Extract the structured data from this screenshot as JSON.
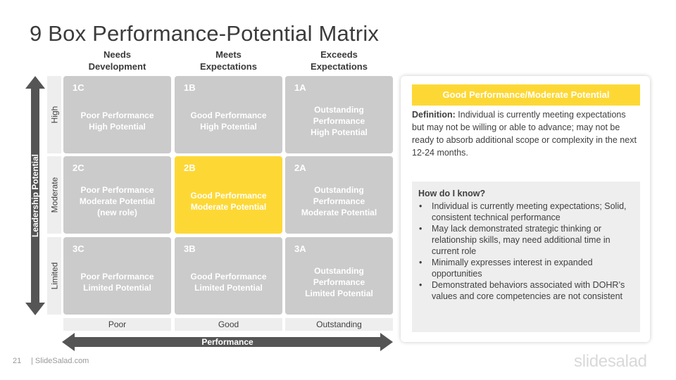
{
  "title": "9 Box Performance-Potential Matrix",
  "columns": [
    {
      "header": "Needs\nDevelopment",
      "bottom": "Poor"
    },
    {
      "header": "Meets\nExpectations",
      "bottom": "Good"
    },
    {
      "header": "Exceeds\nExpectations",
      "bottom": "Outstanding"
    }
  ],
  "rows": [
    "High",
    "Moderate",
    "Limited"
  ],
  "axes": {
    "vertical": "Leadership Potential",
    "horizontal": "Performance"
  },
  "cells": [
    [
      {
        "code": "1C",
        "text": "Poor Performance\nHigh Potential"
      },
      {
        "code": "1B",
        "text": "Good Performance\nHigh Potential"
      },
      {
        "code": "1A",
        "text": "Outstanding\nPerformance\nHigh Potential"
      }
    ],
    [
      {
        "code": "2C",
        "text": "Poor Performance\nModerate Potential\n(new role)"
      },
      {
        "code": "2B",
        "text": "Good Performance\nModerate Potential"
      },
      {
        "code": "2A",
        "text": "Outstanding\nPerformance\nModerate Potential"
      }
    ],
    [
      {
        "code": "3C",
        "text": "Poor Performance\nLimited Potential"
      },
      {
        "code": "3B",
        "text": "Good Performance\nLimited Potential"
      },
      {
        "code": "3A",
        "text": "Outstanding\nPerformance\nLimited Potential"
      }
    ]
  ],
  "highlight_color": "#fdd835",
  "cell_color": "#cbcbcb",
  "arrow_color": "#555555",
  "panel": {
    "title": "Good Performance/Moderate Potential",
    "definition_label": "Definition:",
    "definition_text": "Individual is currently meeting expectations but may not be willing or able to advance; may not be ready to absorb additional scope or complexity in the next 12-24 months.",
    "know_title": "How do I know?",
    "know_items": [
      "Individual is currently meeting expectations; Solid, consistent technical performance",
      "May lack demonstrated strategic thinking or relationship skills, may need additional time in current role",
      "Minimally expresses interest in expanded opportunities",
      "Demonstrated behaviors associated with DOHR’s values and core competencies are not consistent"
    ]
  },
  "footer": {
    "page_number": "21",
    "site": "| SlideSalad.com",
    "logo": "slidesalad"
  }
}
